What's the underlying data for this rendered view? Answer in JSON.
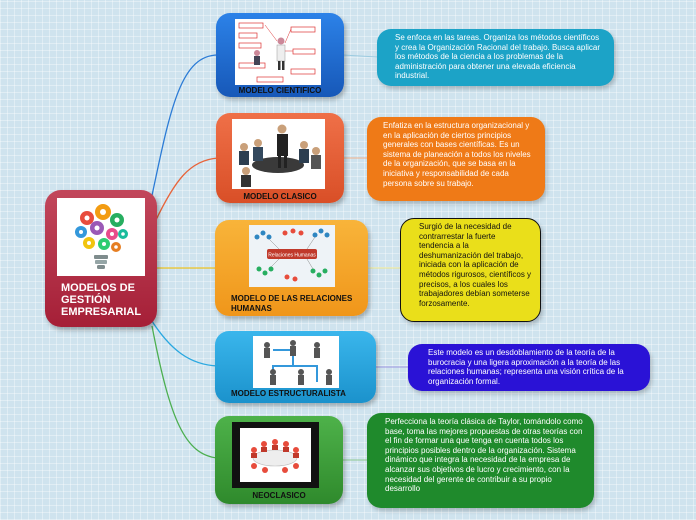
{
  "root": {
    "title": "MODELOS DE GESTIÓN EMPRESARIAL",
    "image_icon": "gears-lightbulb-icon"
  },
  "branches": [
    {
      "label": "MODELO CIENTIFICO",
      "image_icon": "flowchart-people-icon",
      "node_color": "#1f6fd6",
      "description": "Se enfoca en las tareas. Organiza los métodos científicos y crea la Organización Racional del trabajo. Busca aplicar los métodos de la ciencia a los problemas de la administración para obtener una elevada eficiencia industrial.",
      "desc_color": "#1ca3c7",
      "desc_text_color": "#ffffff",
      "line_color": "#2b7bd6"
    },
    {
      "label": "MODELO CLASICO",
      "image_icon": "business-meeting-icon",
      "node_color": "#e8643a",
      "description": "Enfatiza en la estructura organizacional y en la aplicación de ciertos principios generales con bases científicas. Es un sistema de planeación a todos los niveles de la organización, que se basa en la iniciativa y responsabilidad de cada persona sobre su trabajo.",
      "desc_color": "#ef7a17",
      "desc_text_color": "#ffffff",
      "line_color": "#e8643a"
    },
    {
      "label": "MODELO DE LAS RELACIONES HUMANAS",
      "image_icon": "human-relations-network-icon",
      "node_color": "#f5a623",
      "description": "Surgió de la necesidad de contrarrestar la fuerte tendencia a la deshumanización del trabajo, iniciada con la aplicación de métodos rigurosos, científicos y precisos, a los cuales los trabajadores debían someterse forzosamente.",
      "desc_color": "#eadf1a",
      "desc_text_color": "#111111",
      "line_color": "#e8c020",
      "image_caption": "Relaciones Humanas"
    },
    {
      "label": "MODELO ESTRUCTURALISTA",
      "image_icon": "org-structure-icon",
      "node_color": "#2aa8e0",
      "description": "Este modelo es un desdoblamiento de la teoría de la burocracia y una ligera aproximación a la teoría de las relaciones humanas; representa una visión crítica de la organización formal.",
      "desc_color": "#2a12d6",
      "desc_text_color": "#ffffff",
      "line_color": "#2aa8e0"
    },
    {
      "label": "NEOCLASICO",
      "image_icon": "round-table-meeting-icon",
      "node_color": "#3d9e3a",
      "description": "Perfecciona la teoría clásica de Taylor, tomándolo como base,  toma las mejores propuestas de otras teorías con el  fin de formar una que tenga en cuenta todos los principios posibles dentro de la organización. Sistema dinámico que integra la necesidad de la empresa de alcanzar sus objetivos de lucro y crecimiento, con la necesidad del gerente de contribuir a su propio desarrollo",
      "desc_color": "#1f8a2c",
      "desc_text_color": "#ffffff",
      "line_color": "#4caf50"
    }
  ]
}
